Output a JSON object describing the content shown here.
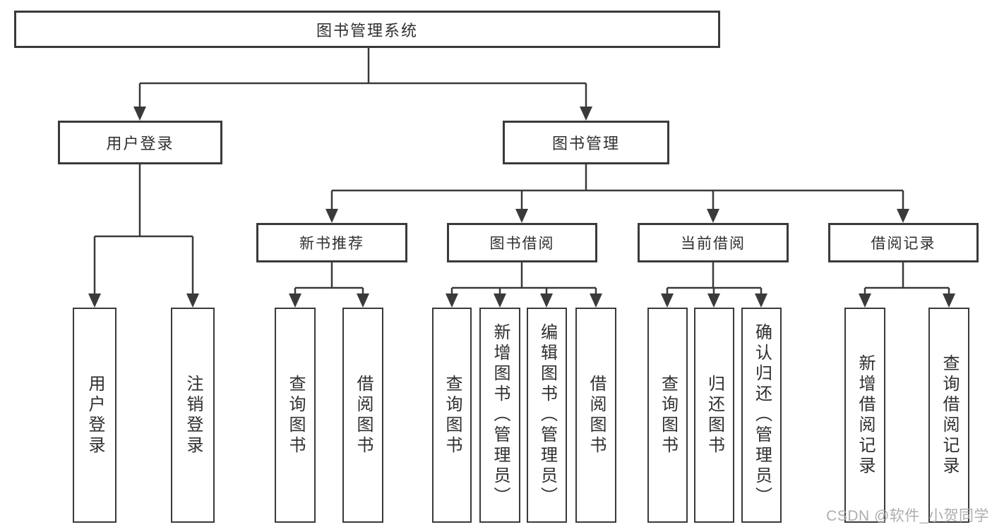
{
  "diagram": {
    "title": "图书管理系统",
    "nodes": {
      "root": "图书管理系统",
      "user_login": "用户登录",
      "book_mgmt": "图书管理",
      "new_book_rec": "新书推荐",
      "book_borrow": "图书借阅",
      "current_borrow": "当前借阅",
      "borrow_records": "借阅记录",
      "leaf_user_login": "用户登录",
      "leaf_logout": "注销登录",
      "nb_query_book": "查询图书",
      "nb_borrow_book": "借阅图书",
      "bb_query_book": "查询图书",
      "bb_add_book": "新增图书（管理员）",
      "bb_edit_book": "编辑图书（管理员）",
      "bb_borrow_book": "借阅图书",
      "cb_query_book": "查询图书",
      "cb_return_book": "归还图书",
      "cb_confirm_return": "确认归还（管理员）",
      "br_add_record": "新增借阅记录",
      "br_query_record": "查询借阅记录"
    },
    "colors": {
      "line": "#3a3a3a",
      "text": "#2f2f2f",
      "watermark_text": "#aaaaaa"
    }
  },
  "watermark": "CSDN @软件_小贺同学"
}
